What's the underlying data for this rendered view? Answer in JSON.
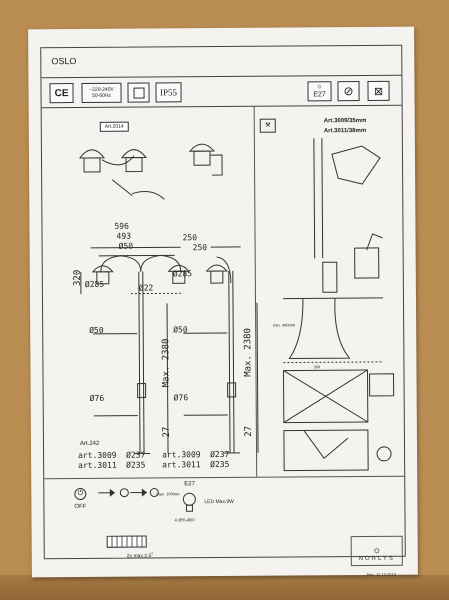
{
  "document": {
    "title": "OSLO",
    "revision": "Rev. 12.12.2019",
    "brand": "NORLYS"
  },
  "symbols": {
    "ce": "CE",
    "voltage_line1": "~220-240V",
    "voltage_line2": "50-60Hz",
    "ip_rating": "IP55",
    "socket": "E27"
  },
  "left_panel": {
    "art_top": "Art.2014",
    "art_bottom": "Art.242",
    "dims": {
      "w596": "596",
      "w493": "493",
      "w50a": "Ø50",
      "h320": "320",
      "d285a": "Ø285",
      "d22": "Ø22",
      "d50b": "Ø50",
      "d76a": "Ø76",
      "max2380a": "Max. 2380",
      "h27a": "27",
      "w250a": "250",
      "w250b": "250",
      "d285b": "Ø285",
      "d50c": "Ø50",
      "d76b": "Ø76",
      "max2380b": "Max. 2380",
      "h27b": "27"
    },
    "codes": [
      {
        "art": "art.3009",
        "dia": "Ø237"
      },
      {
        "art": "art.3011",
        "dia": "Ø235"
      },
      {
        "art": "art.3009",
        "dia": "Ø237"
      },
      {
        "art": "art.3011",
        "dia": "Ø235"
      }
    ]
  },
  "right_panel": {
    "art_a": "Art.3009/35mm",
    "art_b": "Art.3011/38mm",
    "depth_label": "min. 400mm",
    "base_label": "300"
  },
  "footer": {
    "off_label": "OFF",
    "socket": "E27",
    "max_height": "max. 100mm",
    "bulb_dia": "A Ø55-Ø60",
    "led_label": "LED Max.9W",
    "wire_label": "2x max.2.5",
    "wire_sup": "2"
  }
}
